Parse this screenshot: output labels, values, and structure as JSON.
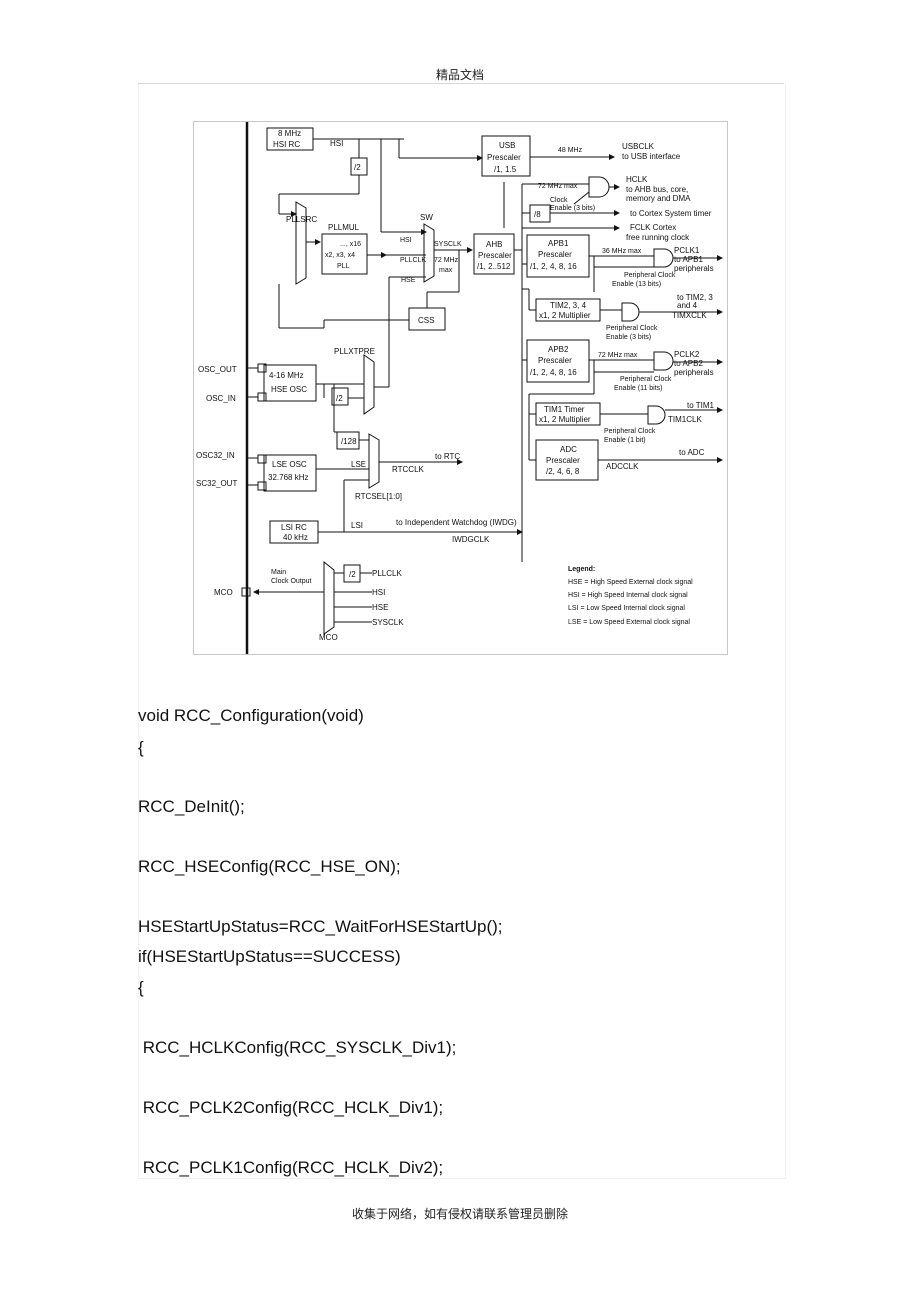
{
  "header": {
    "title": "精品文档"
  },
  "footer": {
    "text": "收集于网络，如有侵权请联系管理员删除"
  },
  "diagram": {
    "hsi_rc": [
      "8 MHz",
      "HSI RC"
    ],
    "hsi": "HSI",
    "div2": "/2",
    "usb_prescaler": [
      "USB",
      "Prescaler",
      "/1, 1.5"
    ],
    "usb_freq": "48 MHz",
    "usbclk": [
      "USBCLK",
      "to USB interface"
    ],
    "hclk_max": "72 MHz max",
    "hclk": [
      "HCLK",
      "to AHB bus, core,",
      "memory and DMA"
    ],
    "clock_enable": [
      "Clock",
      "Enable (3 bits)"
    ],
    "div8": "/8",
    "cortex_timer": "to Cortex System timer",
    "fclk": [
      "FCLK Cortex",
      "free running clock"
    ],
    "pllsrc": "PLLSRC",
    "pllmul": "PLLMUL",
    "pll_box": [
      "..., x16",
      "x2, x3, x4",
      "PLL"
    ],
    "sw": "SW",
    "sysclk": "SYSCLK",
    "sw_hsi": "HSI",
    "sw_pllclk": "PLLCLK",
    "sw_hse": "HSE",
    "sysclk_max": [
      "72 MHz",
      "max"
    ],
    "ahb_prescaler": [
      "AHB",
      "Prescaler",
      "/1, 2..512"
    ],
    "apb1_prescaler": [
      "APB1",
      "Prescaler",
      "/1, 2, 4, 8, 16"
    ],
    "apb1_max": "36 MHz max",
    "pclk1": [
      "PCLK1",
      "to APB1",
      "peripherals"
    ],
    "pclk1_enable": [
      "Peripheral Clock",
      "Enable (13 bits)"
    ],
    "tim234": [
      "TIM2, 3, 4",
      "x1, 2 Multiplier"
    ],
    "to_tim234": [
      "to TIM2, 3",
      "and 4",
      "TIMXCLK"
    ],
    "tim234_enable": [
      "Peripheral Clock",
      "Enable (3 bits)"
    ],
    "apb2_prescaler": [
      "APB2",
      "Prescaler",
      "/1, 2, 4, 8, 16"
    ],
    "apb2_max": "72 MHz max",
    "pclk2": [
      "PCLK2",
      "to APB2",
      "peripherals"
    ],
    "pclk2_enable": [
      "Peripheral Clock",
      "Enable (11 bits)"
    ],
    "tim1": [
      "TIM1 Timer",
      "x1, 2 Multiplier"
    ],
    "to_tim1": [
      "to TIM1",
      "TIM1CLK"
    ],
    "tim1_enable": [
      "Peripheral Clock",
      "Enable (1 bit)"
    ],
    "adc_prescaler": [
      "ADC",
      "Prescaler",
      "/2, 4, 6, 8"
    ],
    "adcclk": [
      "to ADC",
      "ADCCLK"
    ],
    "css": "CSS",
    "pllxtpre": "PLLXTPRE",
    "osc_out": "OSC_OUT",
    "osc_in": "OSC_IN",
    "hse_osc": [
      "4-16 MHz",
      "HSE OSC"
    ],
    "div128": "/128",
    "osc32_in": "OSC32_IN",
    "osc32_out": "SC32_OUT",
    "lse_osc": [
      "LSE OSC",
      "32.768 kHz"
    ],
    "lse": "LSE",
    "rtcclk": [
      "to RTC",
      "RTCCLK"
    ],
    "rtcsel": "RTCSEL[1:0]",
    "lsi_rc": [
      "LSI RC",
      "40 kHz"
    ],
    "lsi": "LSI",
    "iwdg": [
      "to Independent Watchdog (IWDG)",
      "IWDGCLK"
    ],
    "mco_label": [
      "Main",
      "Clock Output"
    ],
    "mco_inputs": [
      "PLLCLK",
      "HSI",
      "HSE",
      "SYSCLK"
    ],
    "mco": "MCO",
    "legend": {
      "title": "Legend:",
      "items": [
        "HSE = High Speed External clock signal",
        "HSI = High Speed Internal clock signal",
        "LSI = Low Speed Internal clock signal",
        "LSE = Low Speed External clock signal"
      ]
    }
  },
  "code": [
    "void RCC_Configuration(void)",
    "{",
    "RCC_DeInit();",
    "RCC_HSEConfig(RCC_HSE_ON);",
    "HSEStartUpStatus=RCC_WaitForHSEStartUp();",
    "if(HSEStartUpStatus==SUCCESS)",
    "{",
    " RCC_HCLKConfig(RCC_SYSCLK_Div1);",
    " RCC_PCLK2Config(RCC_HCLK_Div1);",
    " RCC_PCLK1Config(RCC_HCLK_Div2);"
  ]
}
